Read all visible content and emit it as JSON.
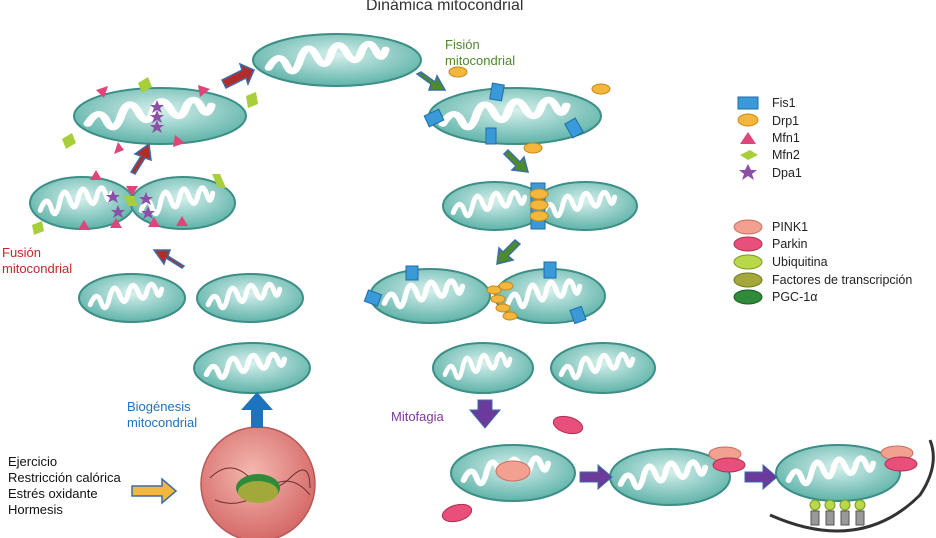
{
  "title": "Dinámica mitocondrial",
  "labels": {
    "fusion": [
      "Fusión",
      "mitocondrial"
    ],
    "fission": [
      "Fisión",
      "mitocondrial"
    ],
    "biogenesis": [
      "Biogénesis",
      "mitocondrial"
    ],
    "mitophagy": "Mitofagia"
  },
  "stimuli": [
    "Ejercicio",
    "Restricción calórica",
    "Estrés oxidante",
    "Hormesis"
  ],
  "legend_proteins": [
    {
      "label": "Fis1",
      "color": "#3a9ad9"
    },
    {
      "label": "Drp1",
      "color": "#f4b63c"
    },
    {
      "label": "Mfn1",
      "color": "#e0457a"
    },
    {
      "label": "Mfn2",
      "color": "#a6cf3b"
    },
    {
      "label": "Dpa1",
      "color": "#8b4fa8"
    }
  ],
  "legend_factors": [
    {
      "label": "PINK1",
      "color": "#f2a090"
    },
    {
      "label": "Parkin",
      "color": "#e84f7a"
    },
    {
      "label": "Ubiquitina",
      "color": "#b8d84a"
    },
    {
      "label": "Factores de transcripción",
      "color": "#a3a83a"
    },
    {
      "label": "PGC-1α",
      "color": "#2f8a3a"
    }
  ]
}
